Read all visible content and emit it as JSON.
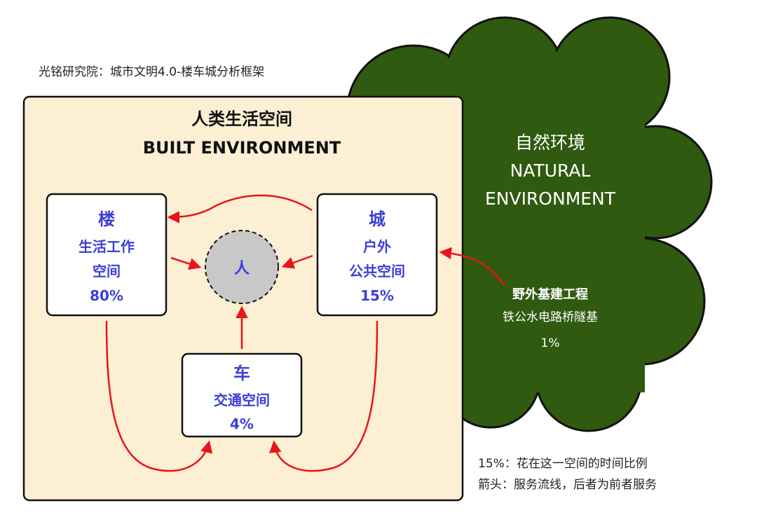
{
  "source_note": "光铭研究院：城市文明4.0-楼车城分析框架",
  "built_environment": {
    "title_cn": "人类生活空间",
    "title_en": "BUILT ENVIRONMENT",
    "bg_color": "#fcefd3"
  },
  "natural_environment": {
    "title_cn": "自然环境",
    "title_en_1": "NATURAL",
    "title_en_2": "ENVIRONMENT",
    "color": "#2f5a0f"
  },
  "nodes": {
    "lou": {
      "title": "楼",
      "line1": "生活工作",
      "line2": "空间",
      "percent": "80%"
    },
    "cheng": {
      "title": "城",
      "line1": "户外",
      "line2": "公共空间",
      "percent": "15%"
    },
    "che": {
      "title": "车",
      "line1": "交通空间",
      "percent": "4%"
    },
    "ren": {
      "label": "人"
    }
  },
  "infrastructure": {
    "title": "野外基建工程",
    "items": "铁公水电路桥隧基",
    "percent": "1%"
  },
  "legend": {
    "line1": "15%：花在这一空间的时间比例",
    "line2": "箭头：服务流线，后者为前者服务"
  },
  "colors": {
    "arrow": "#e8141b",
    "node_text": "#3b3fd6",
    "person_fill": "#c8c8c8"
  }
}
